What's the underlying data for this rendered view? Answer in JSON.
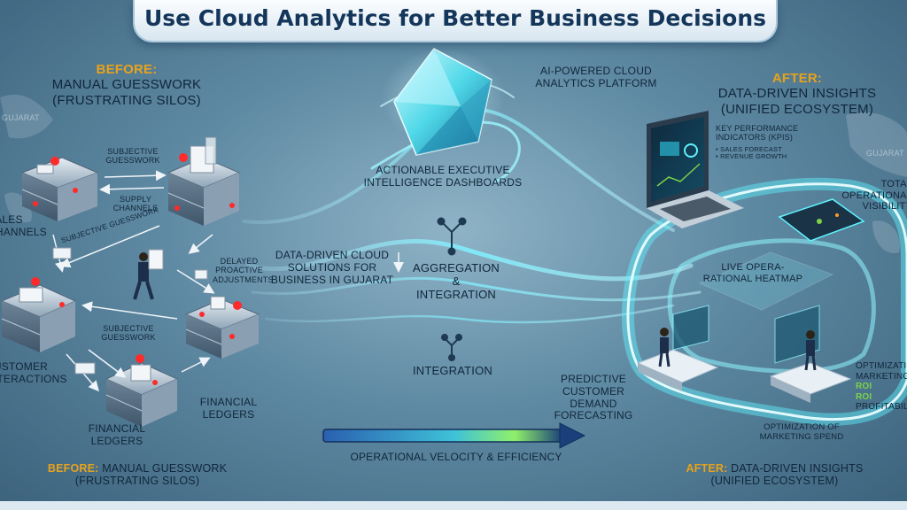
{
  "title": "Use Cloud Analytics for Better Business Decisions",
  "before": {
    "tag": "BEFORE:",
    "heading_line1": "MANUAL GUESSWORK",
    "heading_line2": "(FRUSTRATING SILOS)",
    "footer_tag": "BEFORE:",
    "footer_line1": "MANUAL GUESSWORK",
    "footer_line2": "(FRUSTRATING SILOS)",
    "labels": {
      "subjective_guesswork_top_1": "SUBJECTIVE",
      "subjective_guesswork_top_2": "GUESSWORK",
      "supply_channels_1": "SUPPLY",
      "supply_channels_2": "CHANNELS",
      "sales_channels_1": "SALES",
      "sales_channels_2": "CHANNELS",
      "subjective_guesswork_diag": "SUBJECTIVE GUESSWORK",
      "delayed_1": "DELAYED",
      "delayed_2": "PROACTIVE",
      "delayed_3": "ADJUSTMENTS",
      "subjective_guesswork_mid_1": "SUBJECTIVE",
      "subjective_guesswork_mid_2": "GUESSWORK",
      "customer_1": "CUSTOMER",
      "customer_2": "INTERACTIONS",
      "financial_right_1": "FINANCIAL",
      "financial_right_2": "LEDGERS",
      "financial_bottom_1": "FINANCIAL",
      "financial_bottom_2": "LEDGERS"
    }
  },
  "center": {
    "platform_1": "AI-POWERED CLOUD",
    "platform_2": "ANALYTICS PLATFORM",
    "dashboards_1": "ACTIONABLE EXECUTIVE",
    "dashboards_2": "INTELLIGENCE DASHBOARDS",
    "solutions_1": "DATA-DRIVEN CLOUD",
    "solutions_2": "SOLUTIONS FOR",
    "solutions_3": "BUSINESS IN GUJARAT",
    "aggregation_1": "AGGREGATION &",
    "aggregation_2": "INTEGRATION",
    "integration": "INTEGRATION",
    "forecast_1": "PREDICTIVE",
    "forecast_2": "CUSTOMER",
    "forecast_3": "DEMAND FORECASTING",
    "velocity": "OPERATIONAL VELOCITY & EFFICIENCY"
  },
  "after": {
    "tag": "AFTER:",
    "heading_line1": "DATA-DRIVEN INSIGHTS",
    "heading_line2": "(UNIFIED ECOSYSTEM)",
    "footer_tag": "AFTER:",
    "footer_line1": "DATA-DRIVEN INSIGHTS",
    "footer_line2": "(UNIFIED ECOSYSTEM)",
    "kpi_1": "KEY PERFORMANCE",
    "kpi_2": "INDICATORS (KPIs)",
    "sales_forecast": "SALES FORECAST",
    "revenue_growth": "REVENUE GROWTH",
    "visibility_1": "TOTAL",
    "visibility_2": "OPERATIONAL",
    "visibility_3": "VISIBILITY",
    "heatmap_1": "LIVE OPERA-",
    "heatmap_2": "RATIONAL HEATMAP",
    "optim_1": "OPTIMIZATION",
    "optim_2": "MARKETING",
    "roi_1": "ROI",
    "roi_2": "ROI",
    "profitability": "PROFITABILITY",
    "spend_1": "OPTIMIZATION OF",
    "spend_2": "MARKETING SPEND"
  },
  "map_labels": {
    "left": "GUJARAT",
    "right": "GUJARAT"
  },
  "colors": {
    "accent_orange": "#e8a21c",
    "title_blue": "#14365a",
    "glow_cyan": "#5ff3ff",
    "roi_green": "#7bd14a",
    "alert_red": "#ff2a2a"
  }
}
